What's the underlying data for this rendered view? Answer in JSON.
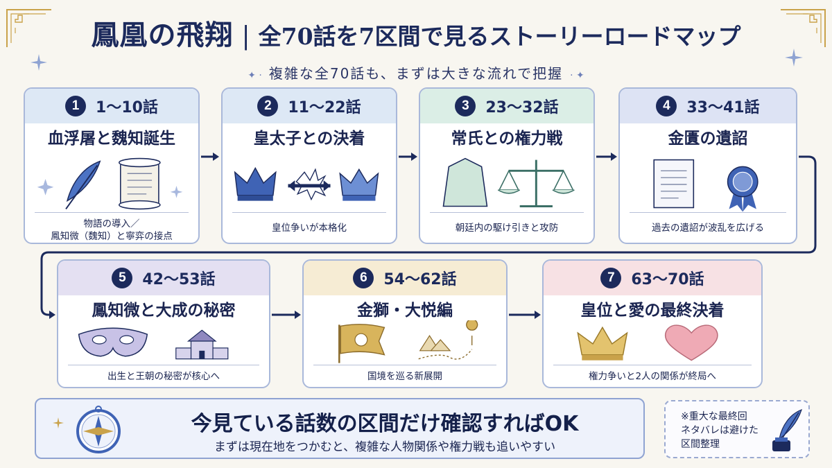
{
  "header": {
    "title_main": "鳳凰の飛翔",
    "title_sep": "|",
    "title_sub": "全70話を7区間で見るストーリーロードマップ",
    "subtitle": "複雑な全70話も、まずは大きな流れで把握"
  },
  "sections": [
    {
      "number": "1",
      "range": "1〜10話",
      "title": "血浮屠と魏知誕生",
      "desc": [
        "物語の導入／",
        "鳳知微（魏知）と寧弈の接点"
      ],
      "icons": [
        "quill-icon",
        "scroll-icon"
      ],
      "head_color": "#dde8f5"
    },
    {
      "number": "2",
      "range": "11〜22話",
      "title": "皇太子との決着",
      "desc": [
        "皇位争いが本格化"
      ],
      "icons": [
        "crown-icon",
        "clash-icon",
        "crown-icon"
      ],
      "head_color": "#dde8f5"
    },
    {
      "number": "3",
      "range": "23〜32話",
      "title": "常氏との権力戦",
      "desc": [
        "朝廷内の駆け引きと攻防"
      ],
      "icons": [
        "shogi-piece-icon",
        "scales-icon"
      ],
      "head_color": "#dbeee6"
    },
    {
      "number": "4",
      "range": "33〜41話",
      "title": "金匱の遺詔",
      "desc": [
        "過去の遺詔が波乱を広げる"
      ],
      "icons": [
        "document-icon",
        "seal-icon"
      ],
      "head_color": "#dde3f4"
    },
    {
      "number": "5",
      "range": "42〜53話",
      "title": "鳳知微と大成の秘密",
      "desc": [
        "出生と王朝の秘密が核心へ"
      ],
      "icons": [
        "mask-icon",
        "palace-icon"
      ],
      "head_color": "#e4e0f2"
    },
    {
      "number": "6",
      "range": "54〜62話",
      "title": "金獅・大悦編",
      "desc": [
        "国境を巡る新展開"
      ],
      "icons": [
        "lion-banner-icon",
        "map-route-icon"
      ],
      "head_color": "#f6ecd4"
    },
    {
      "number": "7",
      "range": "63〜70話",
      "title": "皇位と愛の最終決着",
      "desc": [
        "権力争いと2人の関係が終局へ"
      ],
      "icons": [
        "crown-icon",
        "heart-icon"
      ],
      "head_color": "#f7e1e4"
    }
  ],
  "banner": {
    "main": "今見ている話数の区間だけ確認すればOK",
    "sub": "まずは現在地をつかむと、複雑な人物関係や権力戦も追いやすい",
    "icon": "compass-icon"
  },
  "note": {
    "lines": [
      "※重大な最終回",
      "ネタバレは避けた",
      "区間整理"
    ],
    "icon": "quill-inkpot-icon"
  },
  "colors": {
    "navy": "#1c2a5c",
    "accent_blue": "#3f63b5",
    "gold": "#c9a24a",
    "border": "#a9b8da"
  }
}
